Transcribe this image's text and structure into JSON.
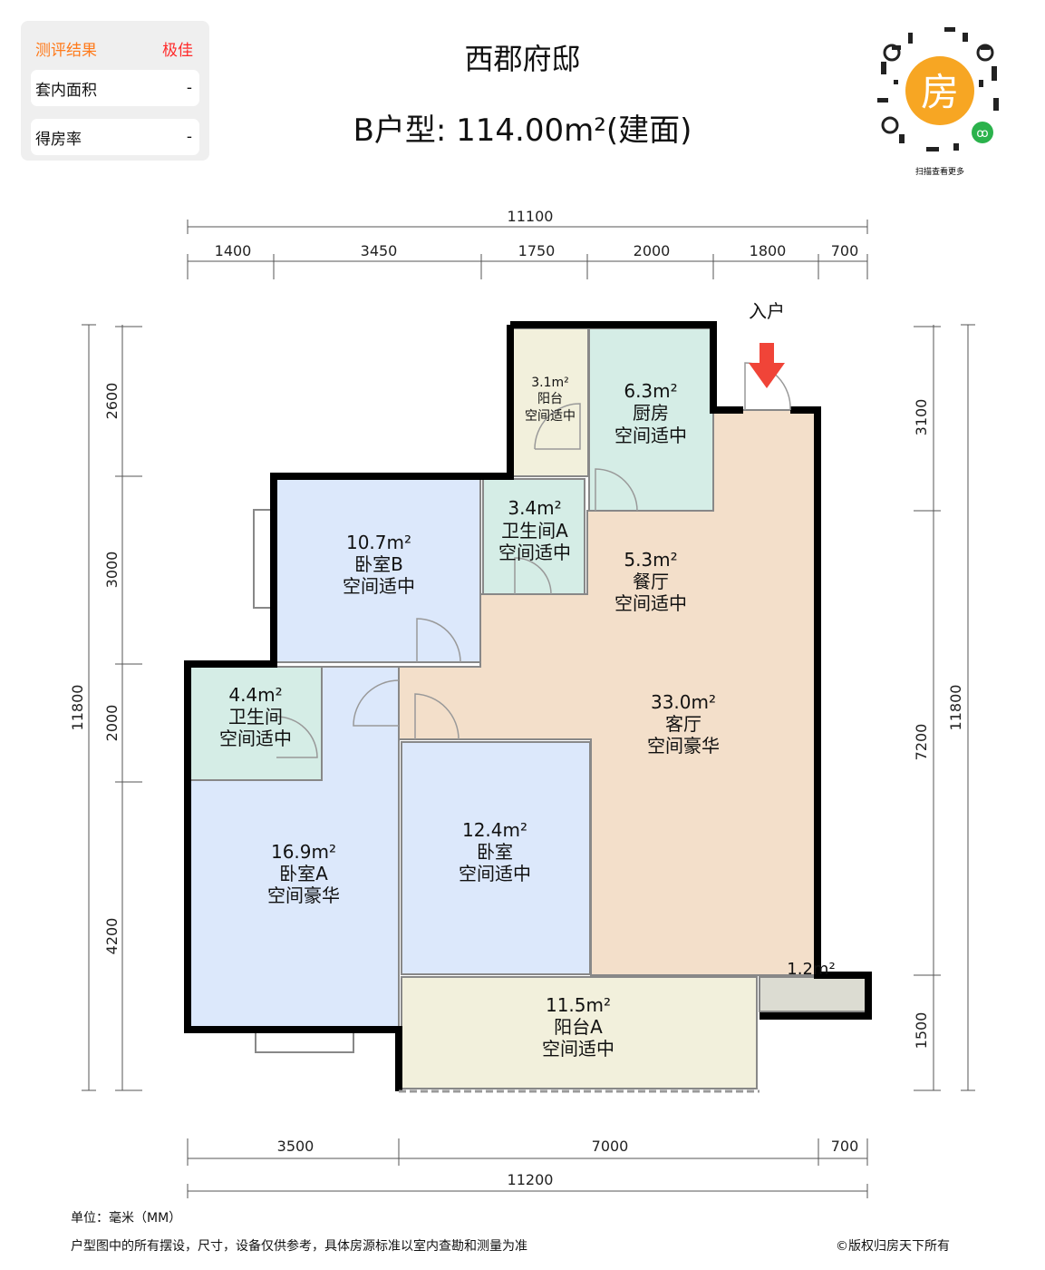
{
  "evaluation": {
    "header_label": "测评结果",
    "rating": "极佳",
    "rows": [
      {
        "label": "套内面积",
        "value": "-"
      },
      {
        "label": "得房率",
        "value": "-"
      }
    ],
    "colors": {
      "header": "#ff7a1a",
      "rating": "#ff2a2a"
    }
  },
  "title": "西郡府邸",
  "unit_type": "B户型: 114.00m²(建面)",
  "qr": {
    "center_char": "房",
    "caption": "扫描查看更多",
    "accent": "#f7a623"
  },
  "entrance_label": "入户",
  "dimensions": {
    "top_total": "11100",
    "top": [
      "1400",
      "3450",
      "1750",
      "2000",
      "1800",
      "700"
    ],
    "bottom": [
      "3500",
      "7000",
      "700"
    ],
    "bottom_total": "11200",
    "left_total": "11800",
    "left": [
      "2600",
      "3000",
      "2000",
      "4200"
    ],
    "right": [
      "3100",
      "7200",
      "1500"
    ],
    "right_total": "11800"
  },
  "rooms": [
    {
      "area": "3.1m²",
      "name": "阳台",
      "rating": "空间适中"
    },
    {
      "area": "6.3m²",
      "name": "厨房",
      "rating": "空间适中"
    },
    {
      "area": "3.4m²",
      "name": "卫生间A",
      "rating": "空间适中"
    },
    {
      "area": "10.7m²",
      "name": "卧室B",
      "rating": "空间适中"
    },
    {
      "area": "5.3m²",
      "name": "餐厅",
      "rating": "空间适中"
    },
    {
      "area": "4.4m²",
      "name": "卫生间",
      "rating": "空间适中"
    },
    {
      "area": "33.0m²",
      "name": "客厅",
      "rating": "空间豪华"
    },
    {
      "area": "12.4m²",
      "name": "卧室",
      "rating": "空间适中"
    },
    {
      "area": "16.9m²",
      "name": "卧室A",
      "rating": "空间豪华"
    },
    {
      "area": "11.5m²",
      "name": "阳台A",
      "rating": "空间适中"
    },
    {
      "area": "1.2m²"
    }
  ],
  "colors": {
    "living": "#f3dfca",
    "bedroom": "#dce8fb",
    "wet": "#d5ede6",
    "balcony": "#f2f0dc",
    "ledge": "#dcdcd2",
    "wall": "#000000",
    "arrow": "#f04438"
  },
  "footer": {
    "unit": "单位：毫米（MM）",
    "disclaimer": "户型图中的所有摆设，尺寸，设备仅供参考，具体房源标准以室内查勘和测量为准",
    "copyright": "©版权归房天下所有"
  }
}
